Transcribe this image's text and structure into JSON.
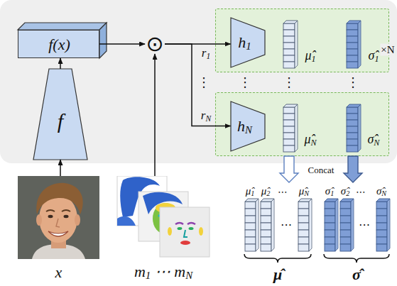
{
  "diagram": {
    "nodes": [
      {
        "text": [
          "f(x)"
        ]
      },
      {
        "text": [
          "f"
        ]
      },
      {
        "text": [
          "⊙"
        ]
      },
      {
        "text": [
          "μ̂1",
          "σ̂1"
        ]
      },
      {
        "text": [
          "h1"
        ],
        "in": 3
      },
      {
        "text": [
          "μ̂N",
          "σ̂N"
        ]
      },
      {
        "text": [
          "hN"
        ],
        "in": 5
      },
      {
        "text": [
          "x"
        ]
      },
      {
        "text": [
          "m1 ⋯ mN"
        ]
      },
      {
        "text": [
          "μ̂1",
          "μ̂2",
          "⋯",
          "μ̂N",
          "μ̂"
        ]
      },
      {
        "text": [
          "σ̂1",
          "σ̂2",
          "⋯",
          "σ̂N",
          "σ̂"
        ]
      }
    ],
    "edges": [
      {
        "from": 7,
        "to": 1,
        "arrow": "to"
      },
      {
        "from": 1,
        "to": 0,
        "arrow": "to"
      },
      {
        "from": 0,
        "to": 2,
        "arrow": "to"
      },
      {
        "from": 8,
        "to": 2,
        "arrow": "to"
      },
      {
        "from": 2,
        "to": 4,
        "label": "r1",
        "arrow": "to"
      },
      {
        "from": 2,
        "to": 6,
        "label": "rN",
        "arrow": "to"
      },
      {
        "from": 5,
        "to": 9,
        "arrow": "to"
      },
      {
        "from": 5,
        "to": 10,
        "arrow": "to"
      }
    ],
    "labels": [
      "×N",
      "⋮",
      "⋮",
      "⋮",
      "⋮",
      "Concat",
      "⋯",
      "⋯"
    ]
  }
}
